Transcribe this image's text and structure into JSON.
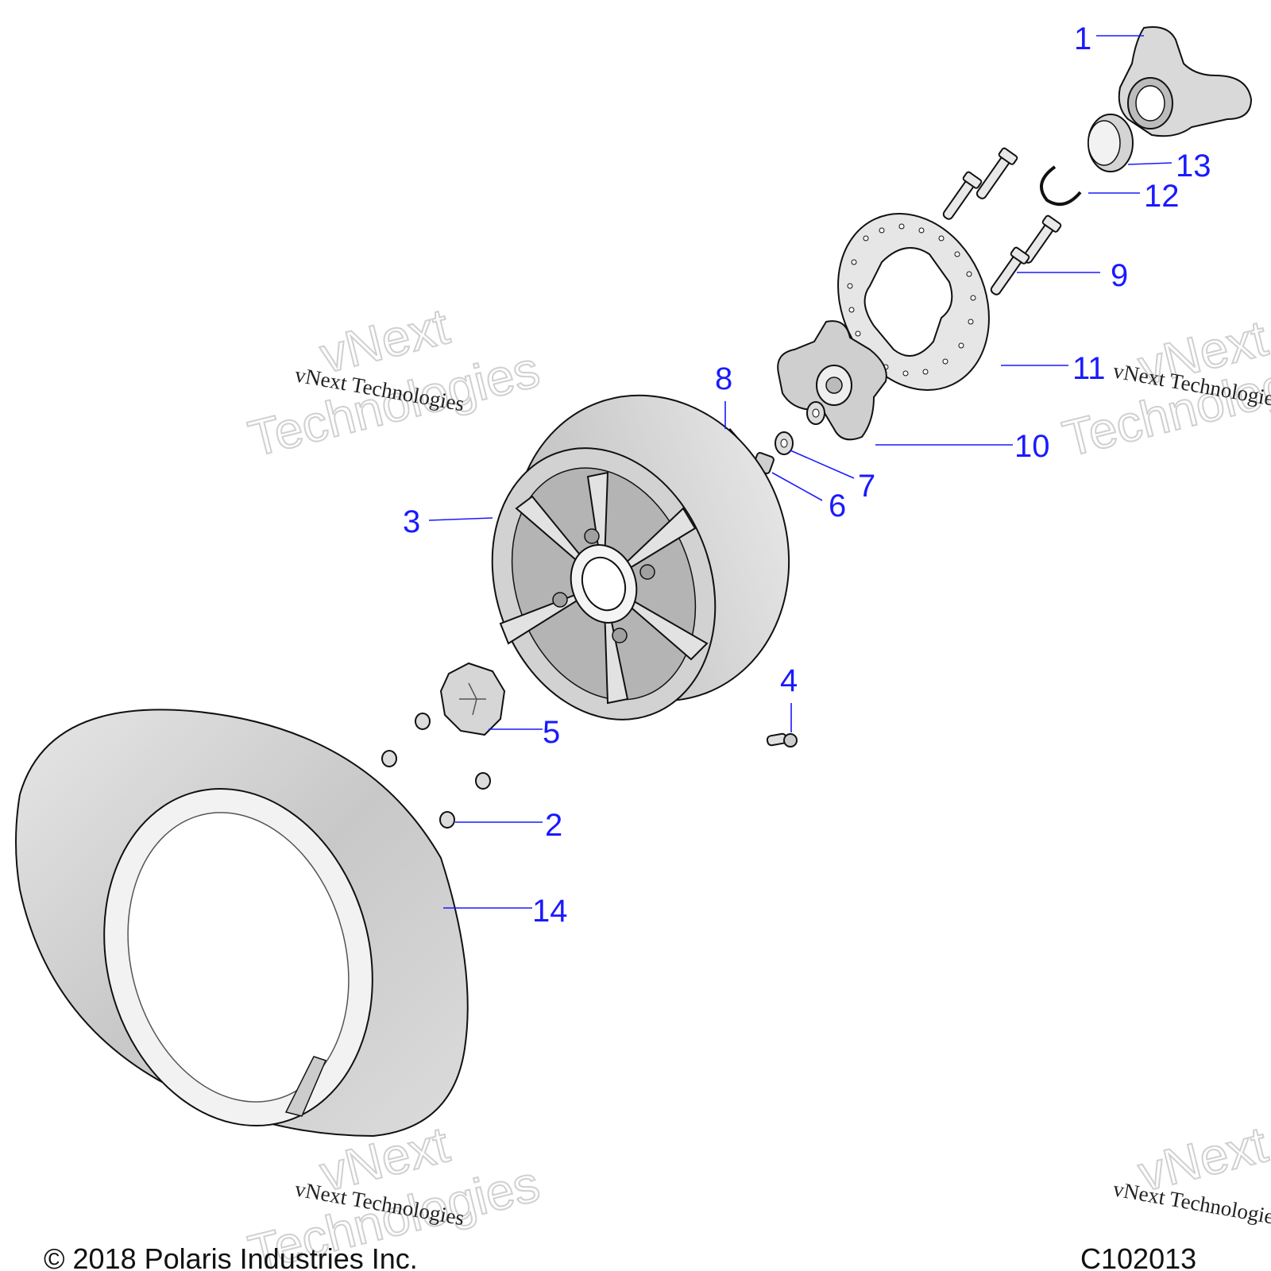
{
  "callouts": [
    {
      "label": "1"
    },
    {
      "label": "2"
    },
    {
      "label": "3"
    },
    {
      "label": "4"
    },
    {
      "label": "5"
    },
    {
      "label": "6"
    },
    {
      "label": "7"
    },
    {
      "label": "8"
    },
    {
      "label": "9"
    },
    {
      "label": "10"
    },
    {
      "label": "11"
    },
    {
      "label": "12"
    },
    {
      "label": "13"
    },
    {
      "label": "14"
    }
  ],
  "watermark": {
    "small": "vNext Technologies",
    "big_line1": "vNext",
    "big_line2": "Technologies"
  },
  "footer": {
    "copyright": "© 2018 Polaris Industries Inc.",
    "code": "C102013"
  },
  "colors": {
    "callout": "#1a1aff",
    "part_fill": "#d9d9d9",
    "part_shade": "#a8a8a8",
    "outline": "#111111"
  }
}
